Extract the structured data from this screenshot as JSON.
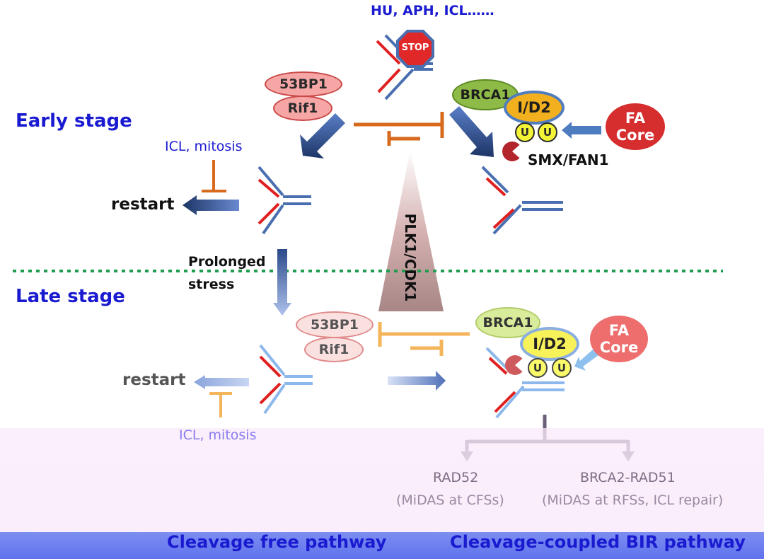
{
  "top_agents": "HU, APH, ICL……",
  "stop_sign": "STOP",
  "early": {
    "stage_label": "Early stage",
    "pill_53bp1": "53BP1",
    "pill_rif1": "Rif1",
    "brca1": "BRCA1",
    "id2": "I/D2",
    "ub1": "U",
    "ub2": "U",
    "fa_core_line1": "FA",
    "fa_core_line2": "Core",
    "nuclease": "SMX/FAN1",
    "inhibitor": "ICL, mitosis",
    "restart": "restart"
  },
  "prolonged_line1": "Prolonged",
  "prolonged_line2": "stress",
  "kinase": "PLK1/CDK1",
  "late": {
    "stage_label": "Late stage",
    "pill_53bp1": "53BP1",
    "pill_rif1": "Rif1",
    "brca1": "BRCA1",
    "id2": "I/D2",
    "ub1": "U",
    "ub2": "U",
    "fa_core_line1": "FA",
    "fa_core_line2": "Core",
    "inhibitor": "ICL, mitosis",
    "restart": "restart"
  },
  "outcome_left": "RAD52",
  "outcome_right": "BRCA2-RAD51",
  "outcome_left_sub": "(MiDAS at CFSs)",
  "outcome_right_sub": "(MiDAS at RFSs, ICL repair)",
  "pathway_left": "Cleavage free pathway",
  "pathway_right": "Cleavage-coupled BIR pathway",
  "colors": {
    "title_blue": "#1a1ad0",
    "orange_inhibit": "#d86a1e",
    "light_orange": "#f4b55a",
    "dashed_green": "#1f9e4f",
    "dna_red": "#e02020",
    "dna_blue": "#4a6fb0"
  }
}
